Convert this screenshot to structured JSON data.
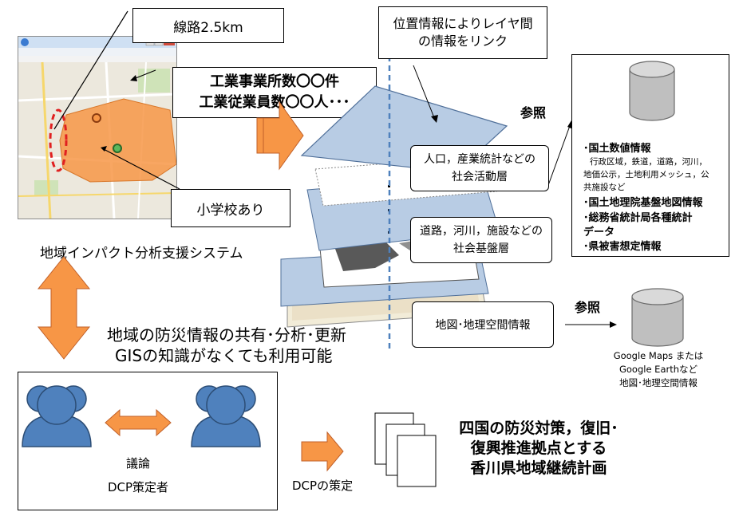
{
  "map_callouts": {
    "railway": "線路2.5km",
    "industry_line1": "工業事業所数〇〇件",
    "industry_line2": "工業従業員数〇〇人･･･",
    "school": "小学校あり"
  },
  "system_name": "地域インパクト分析支援システム",
  "features": {
    "line1": "地域の防災情報の共有･分析･更新",
    "line2": "GISの知識がなくても利用可能"
  },
  "layers": {
    "link_note_line1": "位置情報によりレイヤ間",
    "link_note_line2": "の情報をリンク",
    "social_line1": "人口，産業統計などの",
    "social_line2": "社会活動層",
    "infra_line1": "道路，河川，施設などの",
    "infra_line2": "社会基盤層",
    "map": "地図･地理空間情報"
  },
  "reference_label": "参照",
  "database_panel": {
    "title": "･国土数値情報",
    "detail_line1": "行政区域，鉄道，道路，河川，",
    "detail_line2": "地価公示，土地利用メッシュ，公",
    "detail_line3": "共施設など",
    "item2": "･国土地理院基盤地図情報",
    "item3_line1": "･総務省統計局各種統計",
    "item3_line2": "データ",
    "item4": "･県被害想定情報"
  },
  "map_source": {
    "line1": "Google Maps または",
    "line2": "Google Earthなど",
    "line3": "地図･地理空間情報"
  },
  "planners": {
    "discussion": "議論",
    "role": "DCP策定者"
  },
  "dcp_action": "DCPの策定",
  "plan": {
    "line1": "四国の防災対策，復旧･",
    "line2": "復興推進拠点とする",
    "line3": "香川県地域継続計画"
  },
  "colors": {
    "orange": "#F79646",
    "orange_dark": "#C0602A",
    "person_blue": "#4F81BD",
    "person_edge": "#2C4D75",
    "layer_blue": "#B8CCE4",
    "layer_edge": "#4F6F99",
    "db_gray": "#BFBFBF",
    "dash_blue": "#4F81BD",
    "highlight_red": "#E02020"
  },
  "icons": [
    "browser-window",
    "database-icon",
    "person-icon",
    "document-icon",
    "arrow-icon"
  ]
}
